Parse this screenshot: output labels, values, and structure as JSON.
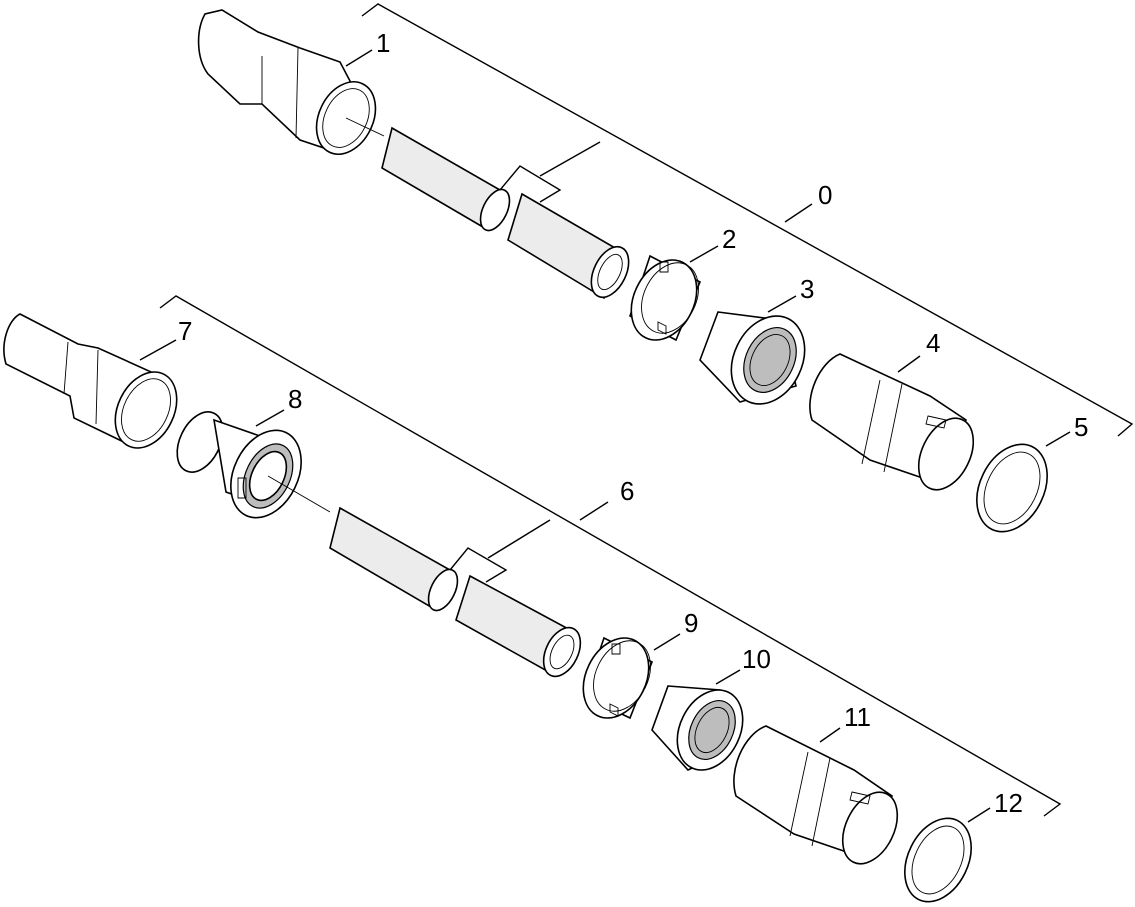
{
  "callouts": {
    "c0": "0",
    "c1": "1",
    "c2": "2",
    "c3": "3",
    "c4": "4",
    "c5": "5",
    "c6": "6",
    "c7": "7",
    "c8": "8",
    "c9": "9",
    "c10": "10",
    "c11": "11",
    "c12": "12"
  },
  "colors": {
    "line": "#000000",
    "background": "#ffffff"
  }
}
